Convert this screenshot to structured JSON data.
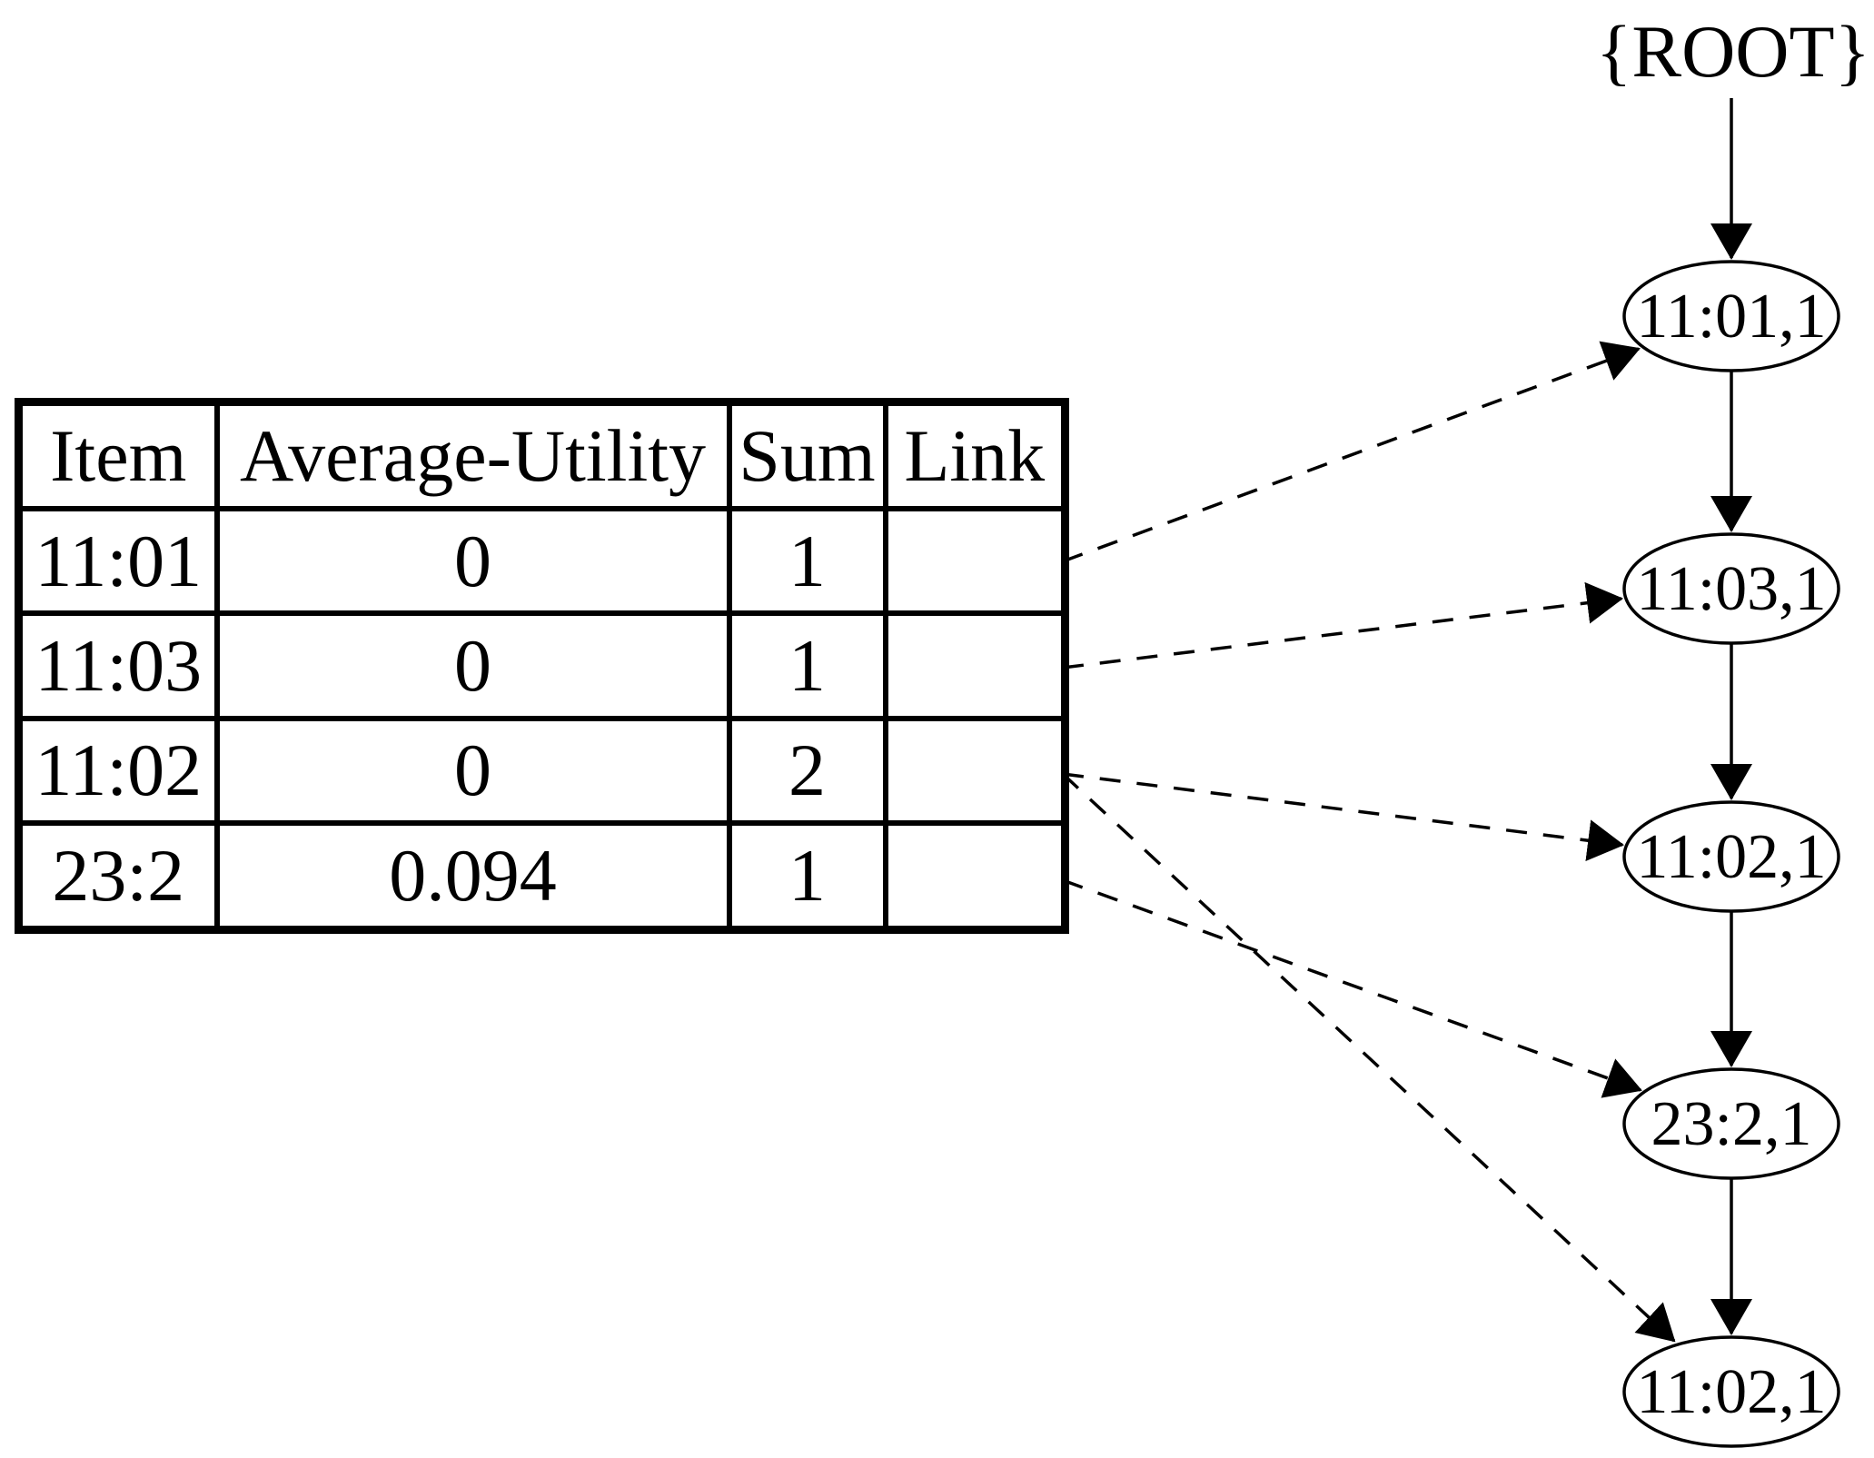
{
  "figure": {
    "background_color": "#ffffff",
    "ink_color": "#000000"
  },
  "table": {
    "headers": {
      "item": "Item",
      "average_utility": "Average-Utility",
      "sum": "Sum",
      "link": "Link"
    },
    "rows": [
      {
        "item": "11:01",
        "average_utility": "0",
        "sum": "1",
        "link": ""
      },
      {
        "item": "11:03",
        "average_utility": "0",
        "sum": "1",
        "link": ""
      },
      {
        "item": "11:02",
        "average_utility": "0",
        "sum": "2",
        "link": ""
      },
      {
        "item": "23:2",
        "average_utility": "0.094",
        "sum": "1",
        "link": ""
      }
    ]
  },
  "tree": {
    "root_label": "{ROOT}",
    "nodes": [
      {
        "id": "n1",
        "label": "11:01,1"
      },
      {
        "id": "n2",
        "label": "11:03,1"
      },
      {
        "id": "n3",
        "label": "11:02,1"
      },
      {
        "id": "n4",
        "label": "23:2,1"
      },
      {
        "id": "n5",
        "label": "11:02,1"
      }
    ],
    "solid_edges": [
      [
        "root",
        "n1"
      ],
      [
        "n1",
        "n2"
      ],
      [
        "n2",
        "n3"
      ],
      [
        "n3",
        "n4"
      ],
      [
        "n4",
        "n5"
      ]
    ],
    "dashed_link_edges": [
      {
        "from_row": "11:01",
        "to_node": "n1"
      },
      {
        "from_row": "11:03",
        "to_node": "n2"
      },
      {
        "from_row": "11:02",
        "to_node": "n3"
      },
      {
        "from_row": "11:02",
        "to_node": "n5"
      },
      {
        "from_row": "23:2",
        "to_node": "n4"
      }
    ]
  }
}
